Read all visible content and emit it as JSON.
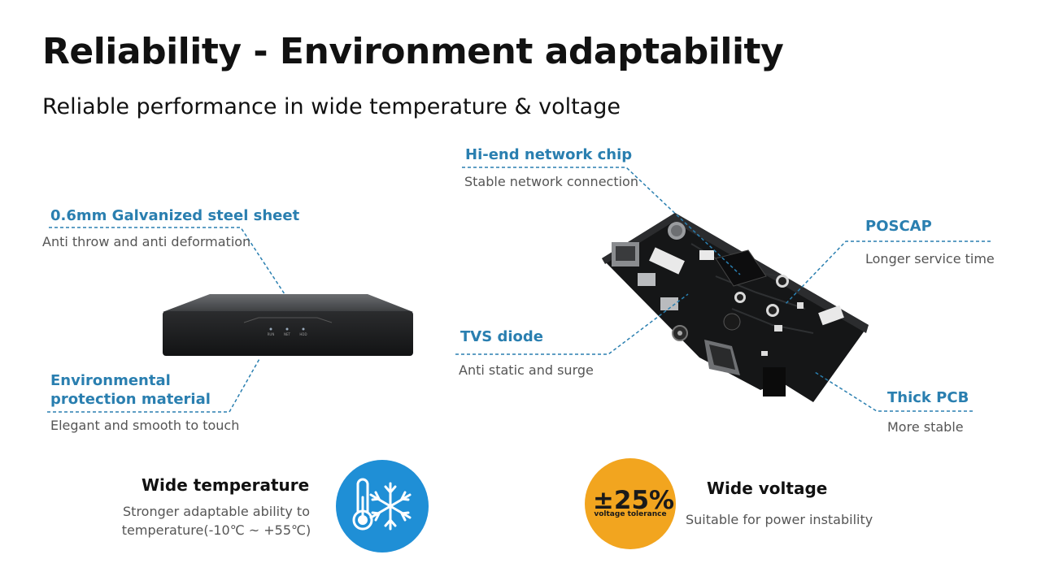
{
  "title": "Reliability - Environment adaptability",
  "subtitle": "Reliable performance in wide temperature & voltage",
  "callouts": {
    "steel": {
      "title": "0.6mm Galvanized steel sheet",
      "desc": "Anti throw and anti deformation"
    },
    "env": {
      "title_line1": "Environmental",
      "title_line2": "protection material",
      "desc": "Elegant and smooth to touch"
    },
    "chip": {
      "title": "Hi-end network chip",
      "desc": "Stable network connection"
    },
    "poscap": {
      "title": "POSCAP",
      "desc": "Longer service time"
    },
    "tvs": {
      "title": "TVS diode",
      "desc": "Anti static and surge"
    },
    "pcb": {
      "title": "Thick PCB",
      "desc": "More stable"
    }
  },
  "device": {
    "leds": [
      "RUN",
      "NET",
      "HDD"
    ]
  },
  "features": {
    "temperature": {
      "title": "Wide temperature",
      "desc_line1": "Stronger adaptable ability to",
      "desc_line2": "temperature(-10℃ ~ +55℃)",
      "icon": "thermometer-snowflake-icon"
    },
    "voltage": {
      "title": "Wide voltage",
      "desc": "Suitable for power instability",
      "badge_value": "±25%",
      "badge_label": "voltage tolerance"
    }
  },
  "colors": {
    "accent": "#2a7fb0",
    "temp_icon_bg": "#1f8fd6",
    "voltage_badge_bg": "#f2a51f"
  }
}
